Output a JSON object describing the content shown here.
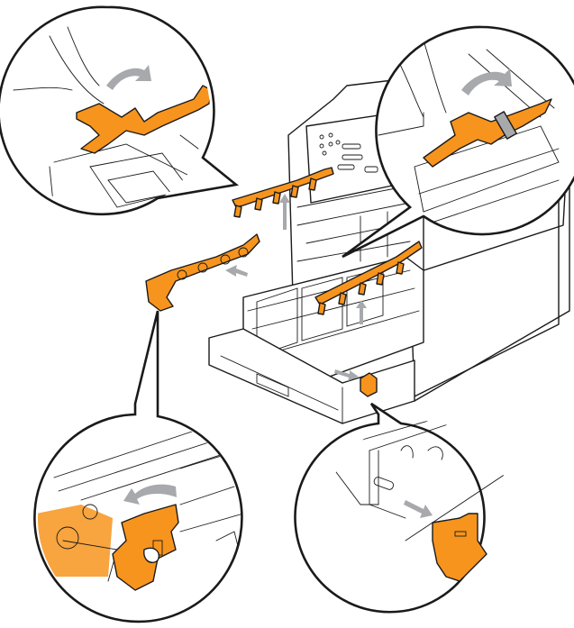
{
  "illustration": {
    "subject": "printer-drum-unit-shipping-part-removal",
    "colors": {
      "part_highlight": "#f7941d",
      "arrow": "#a7a9ac",
      "line": "#1a1a1a",
      "background": "#ffffff",
      "toner_smudge": "#f7941d"
    },
    "callouts": [
      {
        "id": "top-left",
        "icon": "rotate-arrow-icon"
      },
      {
        "id": "top-right",
        "icon": "rotate-arrow-icon"
      },
      {
        "id": "bottom-left",
        "icon": "rotate-arrow-icon"
      },
      {
        "id": "bottom-right",
        "icon": "pull-arrow-icon"
      }
    ]
  }
}
